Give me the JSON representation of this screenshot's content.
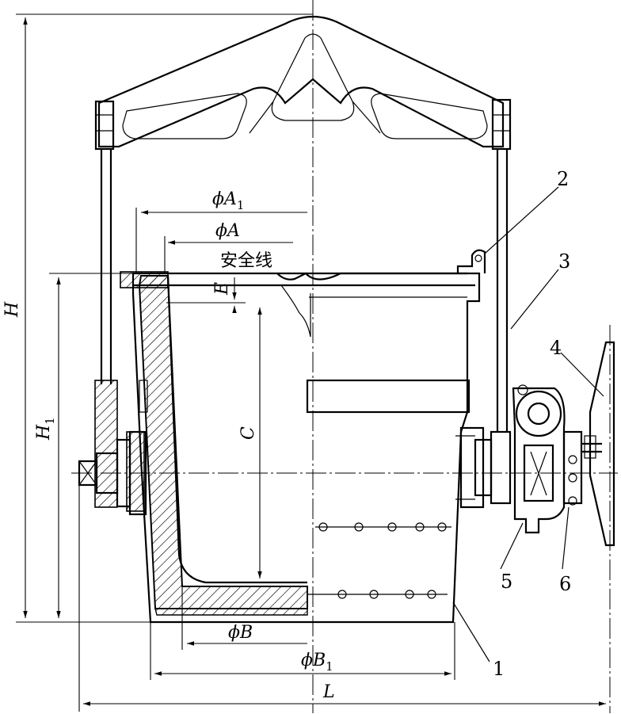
{
  "labels": {
    "phi_a1": "ϕA",
    "phi_a1_sub": "1",
    "phi_a": "ϕA",
    "safety_line": "安全线",
    "e": "E",
    "h": "H",
    "h1": "H",
    "h1_sub": "1",
    "c": "C",
    "phi_b": "ϕB",
    "phi_b1": "ϕB",
    "phi_b1_sub": "1",
    "l": "L"
  },
  "parts": {
    "p1": "1",
    "p2": "2",
    "p3": "3",
    "p4": "4",
    "p5": "5",
    "p6": "6"
  }
}
